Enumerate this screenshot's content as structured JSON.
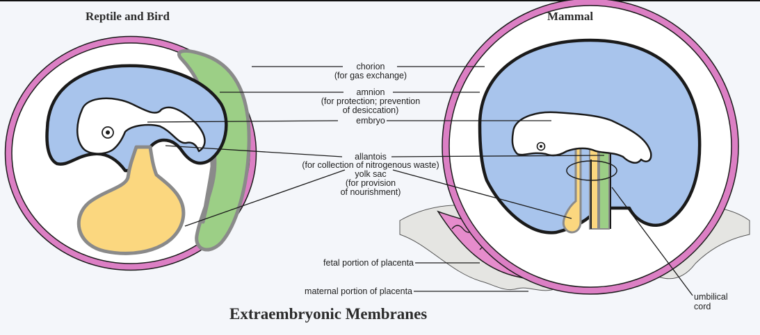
{
  "headings": {
    "left": "Reptile and Bird",
    "right": "Mammal",
    "bottom": "Extraembryonic Membranes"
  },
  "labels": {
    "chorion": "chorion",
    "chorion_note": "(for gas exchange)",
    "amnion": "amnion",
    "amnion_note_1": "(for protection; prevention",
    "amnion_note_2": "of desiccation)",
    "embryo": "embryo",
    "allantois": "allantois",
    "allantois_note": "(for collection of nitrogenous waste)",
    "yolk_sac": "yolk sac",
    "yolk_sac_note_1": "(for provision",
    "yolk_sac_note_2": "of nourishment)",
    "fetal_placenta": "fetal portion of placenta",
    "maternal_placenta": "maternal portion of placenta",
    "umbilical_1": "umbilical",
    "umbilical_2": "cord"
  },
  "colors": {
    "chorion": "#dc7fc4",
    "amnion_fluid": "#a8c4ec",
    "allantois": "#9ccf86",
    "yolk_sac": "#fbd77f",
    "placenta": "#e68ccc",
    "outline": "#1a1a1a"
  }
}
